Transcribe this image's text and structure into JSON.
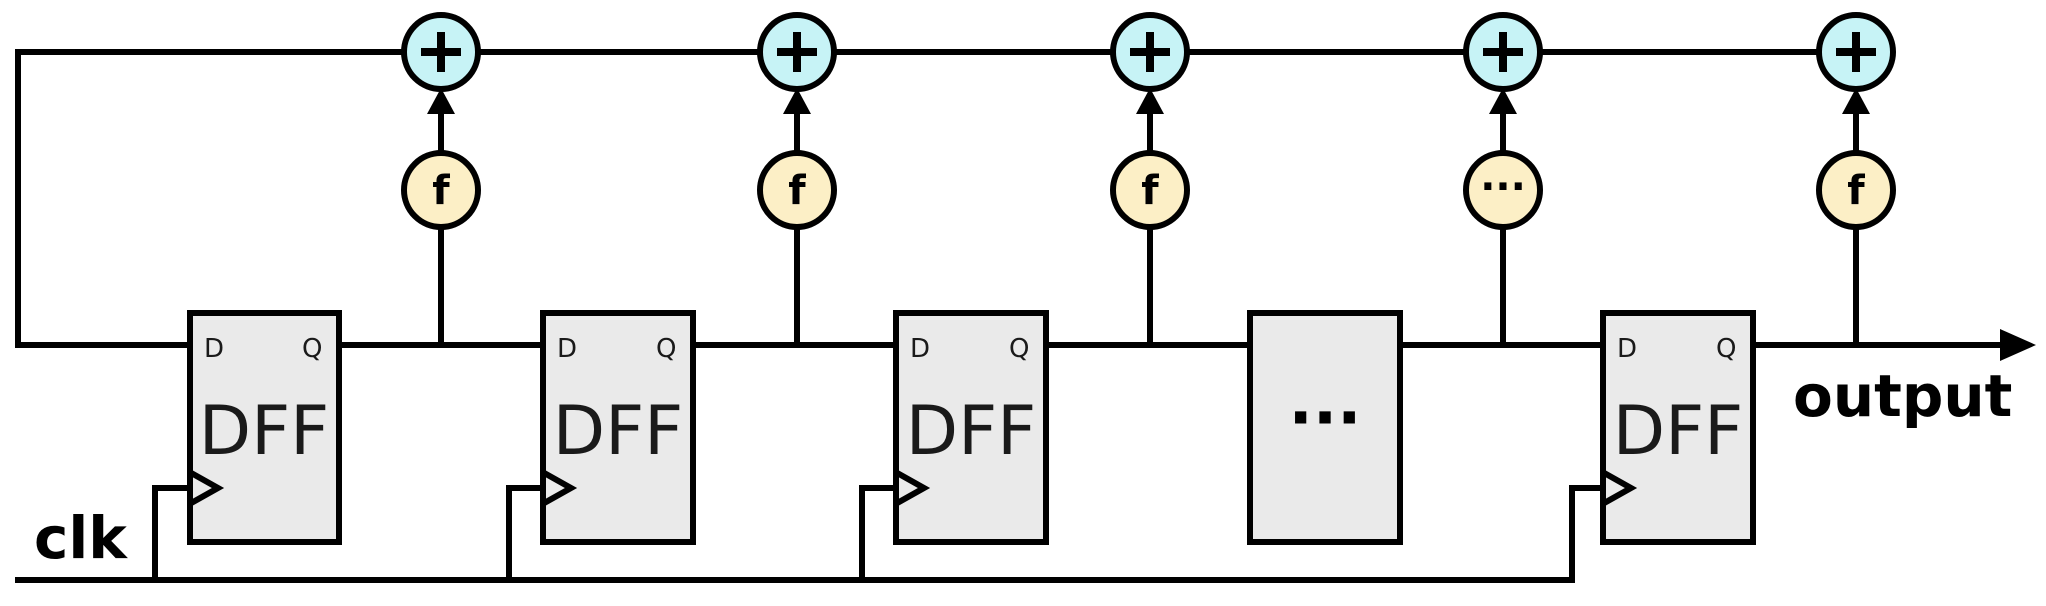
{
  "diagram": {
    "flip_flops": [
      {
        "text": "DFF",
        "d_label": "D",
        "q_label": "Q"
      },
      {
        "text": "DFF",
        "d_label": "D",
        "q_label": "Q"
      },
      {
        "text": "DFF",
        "d_label": "D",
        "q_label": "Q"
      },
      {
        "text": "···"
      },
      {
        "text": "DFF",
        "d_label": "D",
        "q_label": "Q"
      }
    ],
    "function_nodes": [
      "f",
      "f",
      "f",
      "···",
      "f"
    ],
    "xor_symbol": "+",
    "labels": {
      "clk": "clk",
      "output": "output"
    },
    "colors": {
      "xor_fill": "#c7f3f6",
      "function_fill": "#fcefc6",
      "box_fill": "#eaeaea",
      "wire": "#000000"
    }
  }
}
